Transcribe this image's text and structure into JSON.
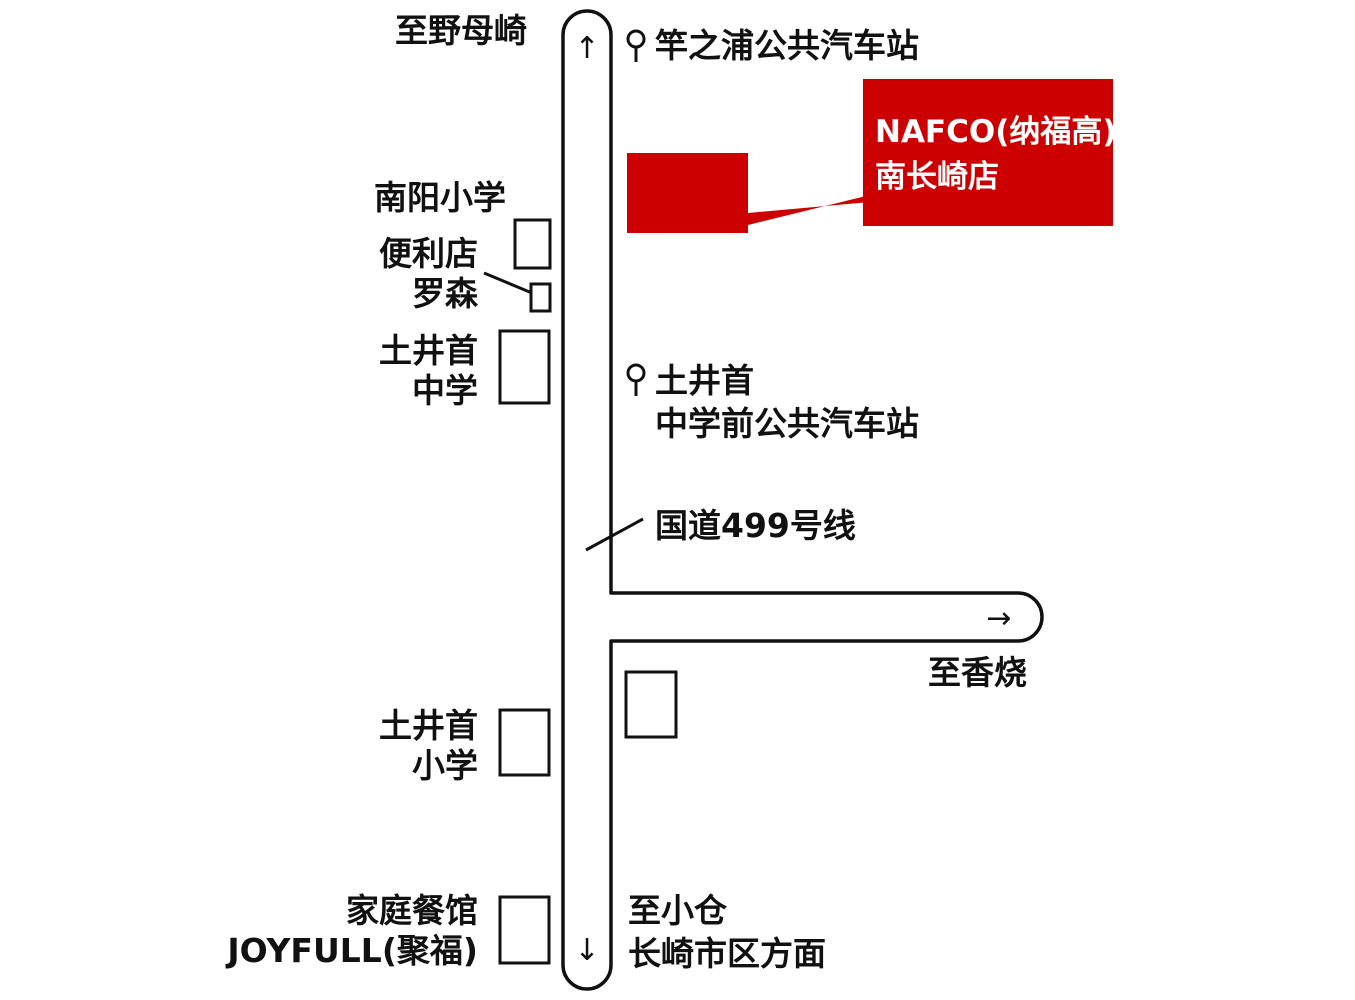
{
  "colors": {
    "road": "#111111",
    "accent": "#cc0000",
    "background": "#ffffff"
  },
  "store": {
    "name": "NAFCO(纳福高)",
    "branch": "南长崎店"
  },
  "directions": {
    "north": "至野母崎",
    "east": "至香烧",
    "south_line1": "至小仓",
    "south_line2": "长崎市区方面",
    "arrow_north": "↑",
    "arrow_south": "↓",
    "arrow_east": "→"
  },
  "road": {
    "name": "国道499号线"
  },
  "bus_stops": {
    "stop1": "竿之浦公共汽车站",
    "stop2_line1": "土井首",
    "stop2_line2": "中学前公共汽车站",
    "icon": "bus-stop-pin-icon"
  },
  "landmarks": {
    "nanyang_school": "南阳小学",
    "lawson_line1": "便利店",
    "lawson_line2": "罗森",
    "doi_middle_line1": "土井首",
    "doi_middle_line2": "中学",
    "doi_elem_line1": "土井首",
    "doi_elem_line2": "小学",
    "joyfull_line1": "家庭餐馆",
    "joyfull_line2": "JOYFULL(聚福)"
  }
}
